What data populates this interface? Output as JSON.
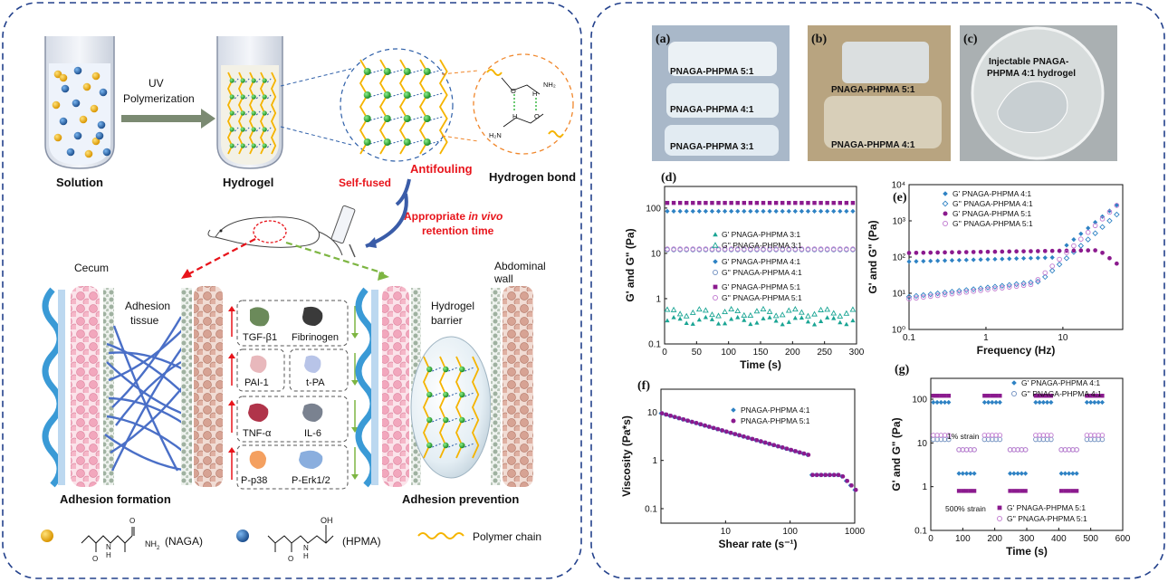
{
  "left": {
    "solution": "Solution",
    "uv1": "UV",
    "uv2": "Polymerization",
    "hydrogel": "Hydrogel",
    "antifouling": "Antifouling",
    "hydrogen_bond": "Hydrogen bond",
    "self_fused": "Self-fused",
    "retention1a": "Appropriate ",
    "retention1b": "in vivo",
    "retention2": "retention time",
    "cecum": "Cecum",
    "abdominal1": "Abdominal",
    "abdominal2": "wall",
    "adhesion_tissue1": "Adhesion",
    "adhesion_tissue2": "tissue",
    "hydrogel_barrier1": "Hydrogel",
    "hydrogel_barrier2": "barrier",
    "adhesion_formation": "Adhesion formation",
    "adhesion_prevention": "Adhesion prevention",
    "markers": [
      "TGF-β1",
      "Fibrinogen",
      "PAI-1",
      "t-PA",
      "TNF-α",
      "IL-6",
      "P-p38",
      "P-Erk1/2"
    ],
    "naga": "(NAGA)",
    "hpma": "(HPMA)",
    "polymer_chain": "Polymer chain",
    "nh2": "NH",
    "sub2": "2",
    "oh": "OH",
    "n": "N",
    "h": "H",
    "o": "O",
    "h2n": "H₂N",
    "nh2b": "NH₂"
  },
  "photos": {
    "a": {
      "tag": "(a)",
      "labels": [
        "PNAGA-PHPMA 5:1",
        "PNAGA-PHPMA 4:1",
        "PNAGA-PHPMA 3:1"
      ]
    },
    "b": {
      "tag": "(b)",
      "labels": [
        "PNAGA-PHPMA 5:1",
        "PNAGA-PHPMA 4:1"
      ]
    },
    "c": {
      "tag": "(c)",
      "labels": [
        "Injectable PNAGA-",
        "PHPMA 4:1 hydrogel"
      ]
    }
  },
  "colors": {
    "naga_bead": "#f0b320",
    "hpma_bead": "#2a6fb5",
    "chain": "#f5b400",
    "green_bead": "#2fb33a",
    "red_text": "#e8141b",
    "frame": "#23418c",
    "teal": "#1aa594",
    "purple": "#8b1a8e",
    "pink_open": "#c07ad0",
    "blue_diamond": "#2e82c4"
  },
  "chart_data": [
    {
      "panel": "(d)",
      "type": "scatter",
      "xlabel": "Time (s)",
      "ylabel": "G' and G\" (Pa)",
      "xlim": [
        0,
        300
      ],
      "ylim": [
        0.1,
        300
      ],
      "yscale": "log",
      "xticks": [
        "0",
        "50",
        "100",
        "150",
        "200",
        "250",
        "300"
      ],
      "yticks": [
        "0.1",
        "1",
        "10",
        "100"
      ],
      "legend_position": "center-left",
      "series": [
        {
          "name": "G'  PNAGA-PHPMA 3:1",
          "marker": "filled-triangle",
          "color": "#1aa594",
          "y": 0.33
        },
        {
          "name": "G''  PNAGA-PHPMA 3:1",
          "marker": "open-triangle",
          "color": "#1aa594",
          "y": 0.5
        },
        {
          "name": "G'  PNAGA-PHPMA 4:1",
          "marker": "filled-diamond",
          "color": "#2e82c4",
          "y": 85
        },
        {
          "name": "G''  PNAGA-PHPMA 4:1",
          "marker": "open-circle",
          "color": "#6f8fc0",
          "y": 12
        },
        {
          "name": "G'  PNAGA-PHPMA 5:1",
          "marker": "filled-square",
          "color": "#8b1a8e",
          "y": 130
        },
        {
          "name": "G''  PNAGA-PHPMA 5:1",
          "marker": "open-circle",
          "color": "#c07ad0",
          "y": 12.5
        }
      ]
    },
    {
      "panel": "(e)",
      "type": "scatter",
      "xlabel": "Frequency (Hz)",
      "ylabel": "G' and G\" (Pa)",
      "xscale": "log",
      "yscale": "log",
      "xlim": [
        0.1,
        60
      ],
      "ylim": [
        1,
        10000
      ],
      "xticks": [
        "0.1",
        "1",
        "10"
      ],
      "yticks": [
        "10⁰",
        "10¹",
        "10²",
        "10³",
        "10⁴"
      ],
      "legend_position": "top-left",
      "series": [
        {
          "name": "G'  PNAGA-PHPMA 4:1",
          "marker": "filled-diamond",
          "color": "#2e82c4"
        },
        {
          "name": "G''  PNAGA-PHPMA 4:1",
          "marker": "open-diamond",
          "color": "#2e82c4"
        },
        {
          "name": "G'  PNAGA-PHPMA 5:1",
          "marker": "filled-circle",
          "color": "#8b1a8e"
        },
        {
          "name": "G''  PNAGA-PHPMA 5:1",
          "marker": "open-circle",
          "color": "#c07ad0"
        }
      ]
    },
    {
      "panel": "(f)",
      "type": "scatter",
      "xlabel": "Shear rate (s⁻¹)",
      "ylabel": "Viscosity (Pa*s)",
      "xscale": "log",
      "yscale": "log",
      "xlim": [
        1,
        1000
      ],
      "ylim": [
        0.05,
        30
      ],
      "xticks": [
        "10",
        "100",
        "1000"
      ],
      "yticks": [
        "0.1",
        "1",
        "10"
      ],
      "legend_position": "top-left",
      "series": [
        {
          "name": "PNAGA-PHPMA 4:1",
          "marker": "filled-diamond",
          "color": "#2e82c4"
        },
        {
          "name": "PNAGA-PHPMA 5:1",
          "marker": "filled-circle",
          "color": "#8b1a8e"
        }
      ]
    },
    {
      "panel": "(g)",
      "type": "scatter",
      "xlabel": "Time (s)",
      "ylabel": "G' and G\" (Pa)",
      "yscale": "log",
      "xlim": [
        0,
        600
      ],
      "ylim": [
        0.1,
        300
      ],
      "xticks": [
        "0",
        "100",
        "200",
        "300",
        "400",
        "500",
        "600"
      ],
      "yticks": [
        "0.1",
        "1",
        "10",
        "100"
      ],
      "annotations": [
        "1% strain",
        "500% strain"
      ],
      "series": [
        {
          "name": "G'  PNAGA-PHPMA 4:1",
          "marker": "filled-diamond",
          "color": "#2e82c4",
          "high": 85,
          "low": 2
        },
        {
          "name": "G''  PNAGA-PHPMA 4:1",
          "marker": "open-circle",
          "color": "#6f8fc0",
          "high": 12,
          "low": 7
        },
        {
          "name": "G'  PNAGA-PHPMA 5:1",
          "marker": "filled-square",
          "color": "#8b1a8e",
          "high": 120,
          "low": 0.8
        },
        {
          "name": "G''  PNAGA-PHPMA 5:1",
          "marker": "open-circle",
          "color": "#c07ad0",
          "high": 15,
          "low": 7
        }
      ]
    }
  ]
}
